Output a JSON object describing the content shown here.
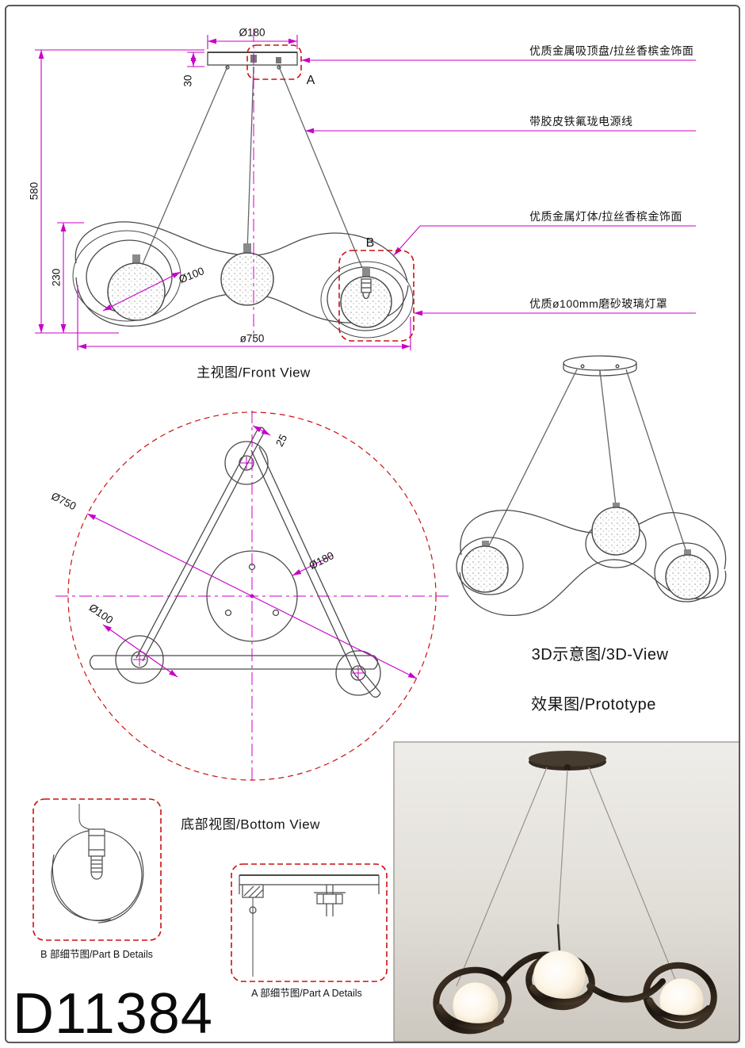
{
  "model": {
    "number": "D11384"
  },
  "colors": {
    "dimension_line": "#c800c8",
    "revision_cloud": "#cc1111",
    "drawing_line": "#4a4a4a"
  },
  "front_view": {
    "caption": "主视图/Front View",
    "detail_marker_a": "A",
    "detail_marker_b": "B",
    "dimensions": {
      "canopy_diameter": "Ø180",
      "canopy_thickness": "30",
      "suspension_height": "580",
      "body_height": "230",
      "shade_diameter": "Ø100",
      "overall_width": "ø750"
    },
    "callouts": [
      {
        "text": "优质金属吸顶盘/拉丝香槟金饰面"
      },
      {
        "text": "带胶皮铁氟珑电源线"
      },
      {
        "text": "优质金属灯体/拉丝香槟金饰面"
      },
      {
        "text": "优质ø100mm磨砂玻璃灯罩"
      }
    ]
  },
  "bottom_view": {
    "caption": "底部视图/Bottom View",
    "dimensions": {
      "ribbon_width": "25",
      "overall_diameter": "Ø750",
      "canopy_diameter": "Ø180",
      "shade_diameter": "Ø100"
    }
  },
  "view_3d": {
    "caption": "3D示意图/3D-View"
  },
  "prototype_view": {
    "caption": "效果图/Prototype"
  },
  "detail_b": {
    "caption": "B 部细节图/Part B Details"
  },
  "detail_a": {
    "caption": "A 部细节图/Part A Details"
  }
}
